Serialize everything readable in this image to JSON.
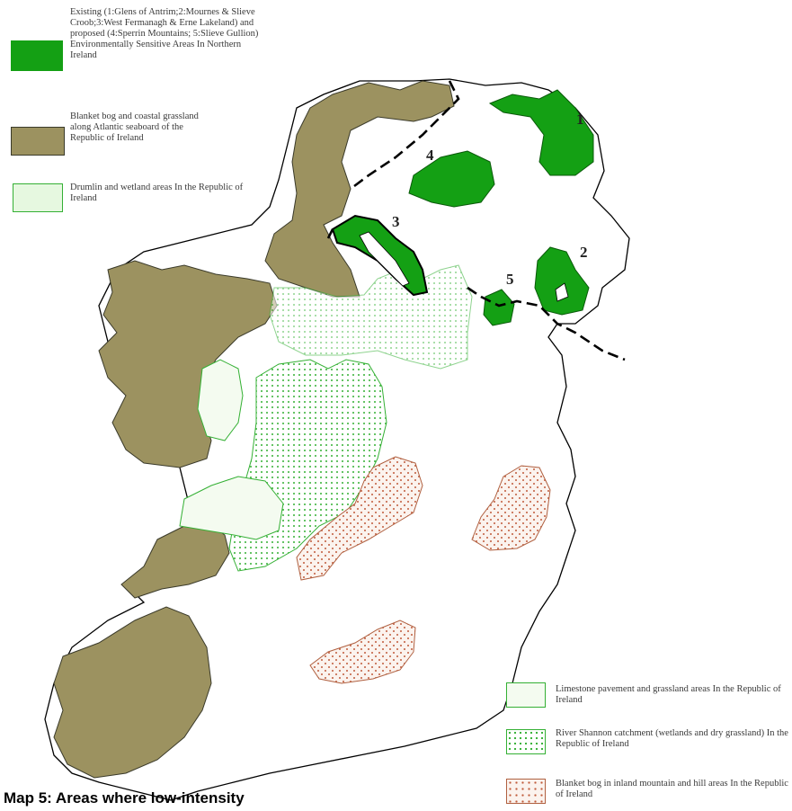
{
  "legend": {
    "esa": {
      "text": "Existing (1:Glens of Antrim;2:Mournes & Slieve Croob;3:West Fermanagh & Erne Lakeland) and proposed (4:Sperrin Mountains; 5:Slieve Gullion) Environmentally Sensitive Areas In Northern Ireland",
      "color": "#14a014"
    },
    "blanket_coastal": {
      "text": "Blanket bog and coastal grassland along Atlantic seaboard of the Republic of Ireland",
      "color": "#9c9260"
    },
    "drumlin": {
      "text": "Drumlin and wetland areas In the Republic of Ireland",
      "color": "#e6f8e0"
    },
    "limestone": {
      "text": "Limestone pavement and grassland areas In the Republic of Ireland",
      "color": "#f4fbf0"
    },
    "shannon": {
      "text": "River Shannon catchment (wetlands and dry grassland) In the Republic of Ireland",
      "color": "#34b034"
    },
    "blanket_inland": {
      "text": "Blanket bog in inland mountain and hill areas In the Republic of Ireland",
      "color": "#c05a3a"
    }
  },
  "region_labels": [
    "1",
    "2",
    "3",
    "4",
    "5"
  ],
  "caption": "Map 5: Areas where low-intensity"
}
